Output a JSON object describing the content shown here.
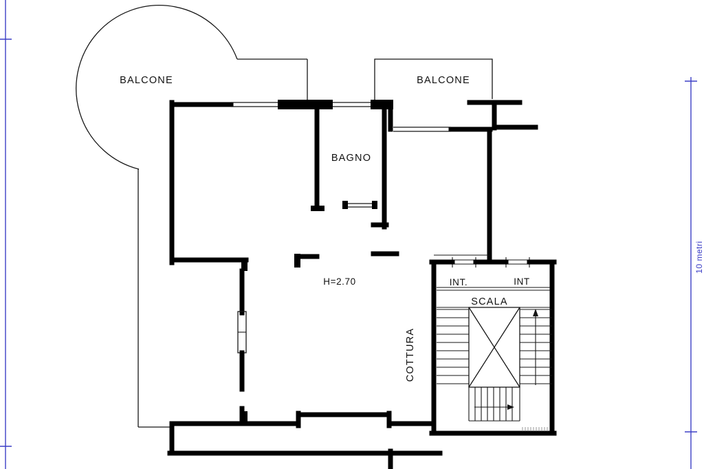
{
  "colors": {
    "wall": "#000000",
    "thin_line": "#161616",
    "ruler_blue": "#3c3fc6",
    "hatch_gray": "#9a9a9a",
    "background": "#ffffff"
  },
  "labels": {
    "balcone_left": "BALCONE",
    "balcone_right": "BALCONE",
    "bagno": "BAGNO",
    "height_note": "H=2.70",
    "int_left": "INT.",
    "int_right": "INT",
    "scala": "SCALA",
    "cottura": "COTTURA"
  },
  "ruler": {
    "scale_label": "10 metri"
  }
}
